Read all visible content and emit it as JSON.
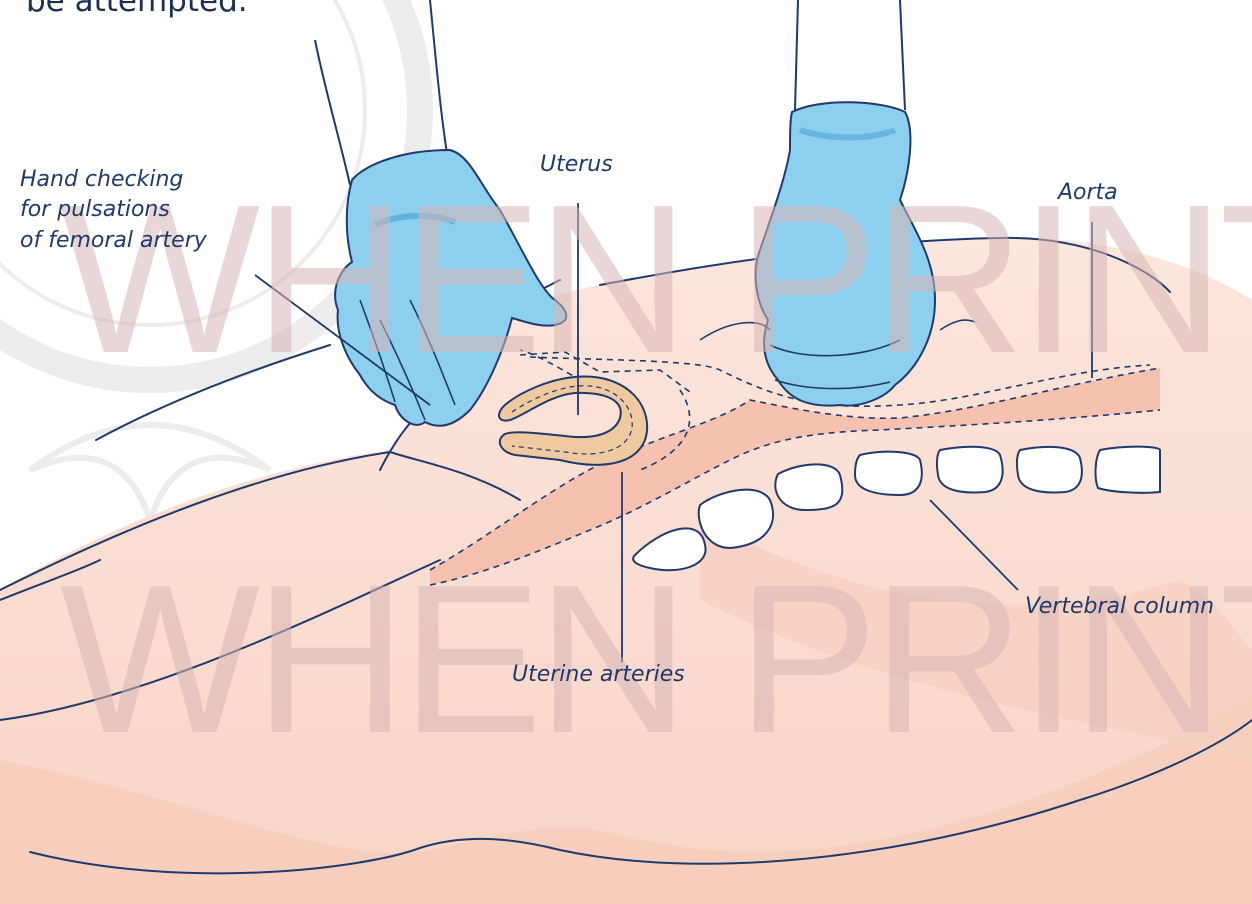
{
  "intro_text": "be attempted.",
  "watermark": {
    "text": "WHEN PRINTED"
  },
  "labels": {
    "hand": "Hand checking for pulsations of femoral artery",
    "hand_lines": [
      "Hand checking",
      "for pulsations",
      "of femoral artery"
    ],
    "uterus": "Uterus",
    "aorta": "Aorta",
    "vertebral_column": "Vertebral column",
    "uterine_arteries": "Uterine arteries"
  },
  "colors": {
    "skin": "#fbe2d8",
    "skin_shade": "#f3b3a2",
    "aorta_fill": "#f7c4b5",
    "uterus_fill": "#efc9a0",
    "glove": "#8ccfee",
    "glove_dark": "#4fa6d6",
    "outline": "#1f3a6b",
    "label_text": "#1f3a6b",
    "watermark": "#d8b6b6"
  }
}
